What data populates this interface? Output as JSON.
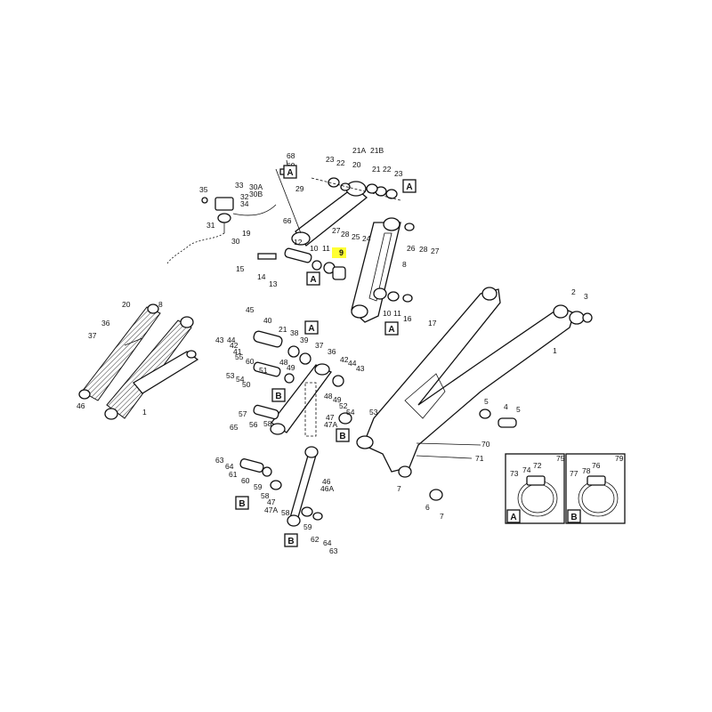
{
  "diagram": {
    "highlighted_part": "9",
    "callouts": [
      {
        "id": "c68",
        "text": "68"
      },
      {
        "id": "c69",
        "text": "69"
      },
      {
        "id": "c67",
        "text": "67"
      },
      {
        "id": "c23a",
        "text": "23"
      },
      {
        "id": "c22a",
        "text": "22"
      },
      {
        "id": "c21A",
        "text": "21A"
      },
      {
        "id": "c20a",
        "text": "20"
      },
      {
        "id": "c21B",
        "text": "21B"
      },
      {
        "id": "c21b",
        "text": "21"
      },
      {
        "id": "c22b",
        "text": "22"
      },
      {
        "id": "c23b",
        "text": "23"
      },
      {
        "id": "c35",
        "text": "35"
      },
      {
        "id": "c33",
        "text": "33"
      },
      {
        "id": "c32",
        "text": "32"
      },
      {
        "id": "c34",
        "text": "34"
      },
      {
        "id": "c30A",
        "text": "30A"
      },
      {
        "id": "c30B",
        "text": "30B"
      },
      {
        "id": "c29",
        "text": "29"
      },
      {
        "id": "c66",
        "text": "66"
      },
      {
        "id": "c31",
        "text": "31"
      },
      {
        "id": "c30",
        "text": "30"
      },
      {
        "id": "c27a",
        "text": "27"
      },
      {
        "id": "c28a",
        "text": "28"
      },
      {
        "id": "c25",
        "text": "25"
      },
      {
        "id": "c24",
        "text": "24"
      },
      {
        "id": "c26",
        "text": "26"
      },
      {
        "id": "c28b",
        "text": "28"
      },
      {
        "id": "c27b",
        "text": "27"
      },
      {
        "id": "c19",
        "text": "19"
      },
      {
        "id": "c12",
        "text": "12"
      },
      {
        "id": "c10a",
        "text": "10"
      },
      {
        "id": "c11a",
        "text": "11"
      },
      {
        "id": "c9",
        "text": "9"
      },
      {
        "id": "c8a",
        "text": "8"
      },
      {
        "id": "c15",
        "text": "15"
      },
      {
        "id": "c14",
        "text": "14"
      },
      {
        "id": "c13",
        "text": "13"
      },
      {
        "id": "c10b",
        "text": "10"
      },
      {
        "id": "c11b",
        "text": "11"
      },
      {
        "id": "c16",
        "text": "16"
      },
      {
        "id": "c17",
        "text": "17"
      },
      {
        "id": "c2",
        "text": "2"
      },
      {
        "id": "c3",
        "text": "3"
      },
      {
        "id": "c1a",
        "text": "1"
      },
      {
        "id": "c20b",
        "text": "20"
      },
      {
        "id": "c8b",
        "text": "8"
      },
      {
        "id": "c36a",
        "text": "36"
      },
      {
        "id": "c37a",
        "text": "37"
      },
      {
        "id": "c46a",
        "text": "46"
      },
      {
        "id": "c1b",
        "text": "1"
      },
      {
        "id": "c45",
        "text": "45"
      },
      {
        "id": "c40",
        "text": "40"
      },
      {
        "id": "c43a",
        "text": "43"
      },
      {
        "id": "c44a",
        "text": "44"
      },
      {
        "id": "c42a",
        "text": "42"
      },
      {
        "id": "c41",
        "text": "41"
      },
      {
        "id": "c21c",
        "text": "21"
      },
      {
        "id": "c38",
        "text": "38"
      },
      {
        "id": "c39",
        "text": "39"
      },
      {
        "id": "c37b",
        "text": "37"
      },
      {
        "id": "c55",
        "text": "55"
      },
      {
        "id": "c60a",
        "text": "60"
      },
      {
        "id": "c48a",
        "text": "48"
      },
      {
        "id": "c49a",
        "text": "49"
      },
      {
        "id": "c51",
        "text": "51"
      },
      {
        "id": "c36b",
        "text": "36"
      },
      {
        "id": "c42b",
        "text": "42"
      },
      {
        "id": "c44b",
        "text": "44"
      },
      {
        "id": "c43b",
        "text": "43"
      },
      {
        "id": "c53a",
        "text": "53"
      },
      {
        "id": "c54a",
        "text": "54"
      },
      {
        "id": "c50",
        "text": "50"
      },
      {
        "id": "c48b",
        "text": "48"
      },
      {
        "id": "c49b",
        "text": "49"
      },
      {
        "id": "c52",
        "text": "52"
      },
      {
        "id": "c54b",
        "text": "54"
      },
      {
        "id": "c53b",
        "text": "53"
      },
      {
        "id": "c47a",
        "text": "47"
      },
      {
        "id": "c47A",
        "text": "47A"
      },
      {
        "id": "c57",
        "text": "57"
      },
      {
        "id": "c56",
        "text": "56"
      },
      {
        "id": "c58a",
        "text": "58"
      },
      {
        "id": "c65",
        "text": "65"
      },
      {
        "id": "c63a",
        "text": "63"
      },
      {
        "id": "c64a",
        "text": "64"
      },
      {
        "id": "c61",
        "text": "61"
      },
      {
        "id": "c60b",
        "text": "60"
      },
      {
        "id": "c59a",
        "text": "59"
      },
      {
        "id": "c58b",
        "text": "58"
      },
      {
        "id": "c47b",
        "text": "47"
      },
      {
        "id": "c47Ab",
        "text": "47A"
      },
      {
        "id": "c58c",
        "text": "58"
      },
      {
        "id": "c46b",
        "text": "46"
      },
      {
        "id": "c46A",
        "text": "46A"
      },
      {
        "id": "c59b",
        "text": "59"
      },
      {
        "id": "c62",
        "text": "62"
      },
      {
        "id": "c64b",
        "text": "64"
      },
      {
        "id": "c63b",
        "text": "63"
      },
      {
        "id": "c70",
        "text": "70"
      },
      {
        "id": "c71",
        "text": "71"
      },
      {
        "id": "c7a",
        "text": "7"
      },
      {
        "id": "c6",
        "text": "6"
      },
      {
        "id": "c7b",
        "text": "7"
      },
      {
        "id": "c5a",
        "text": "5"
      },
      {
        "id": "c4",
        "text": "4"
      },
      {
        "id": "c5b",
        "text": "5"
      },
      {
        "id": "c73",
        "text": "73"
      },
      {
        "id": "c74",
        "text": "74"
      },
      {
        "id": "c72",
        "text": "72"
      },
      {
        "id": "c75",
        "text": "75"
      },
      {
        "id": "c77",
        "text": "77"
      },
      {
        "id": "c78",
        "text": "78"
      },
      {
        "id": "c76",
        "text": "76"
      },
      {
        "id": "c79",
        "text": "79"
      }
    ],
    "section_markers": [
      {
        "id": "m1",
        "text": "A"
      },
      {
        "id": "m2",
        "text": "A"
      },
      {
        "id": "m3",
        "text": "A"
      },
      {
        "id": "m4",
        "text": "A"
      },
      {
        "id": "m5",
        "text": "A"
      },
      {
        "id": "m6",
        "text": "B"
      },
      {
        "id": "m7",
        "text": "B"
      },
      {
        "id": "m8",
        "text": "B"
      },
      {
        "id": "m9",
        "text": "B"
      },
      {
        "id": "m10",
        "text": "A"
      },
      {
        "id": "m11",
        "text": "B"
      }
    ]
  }
}
